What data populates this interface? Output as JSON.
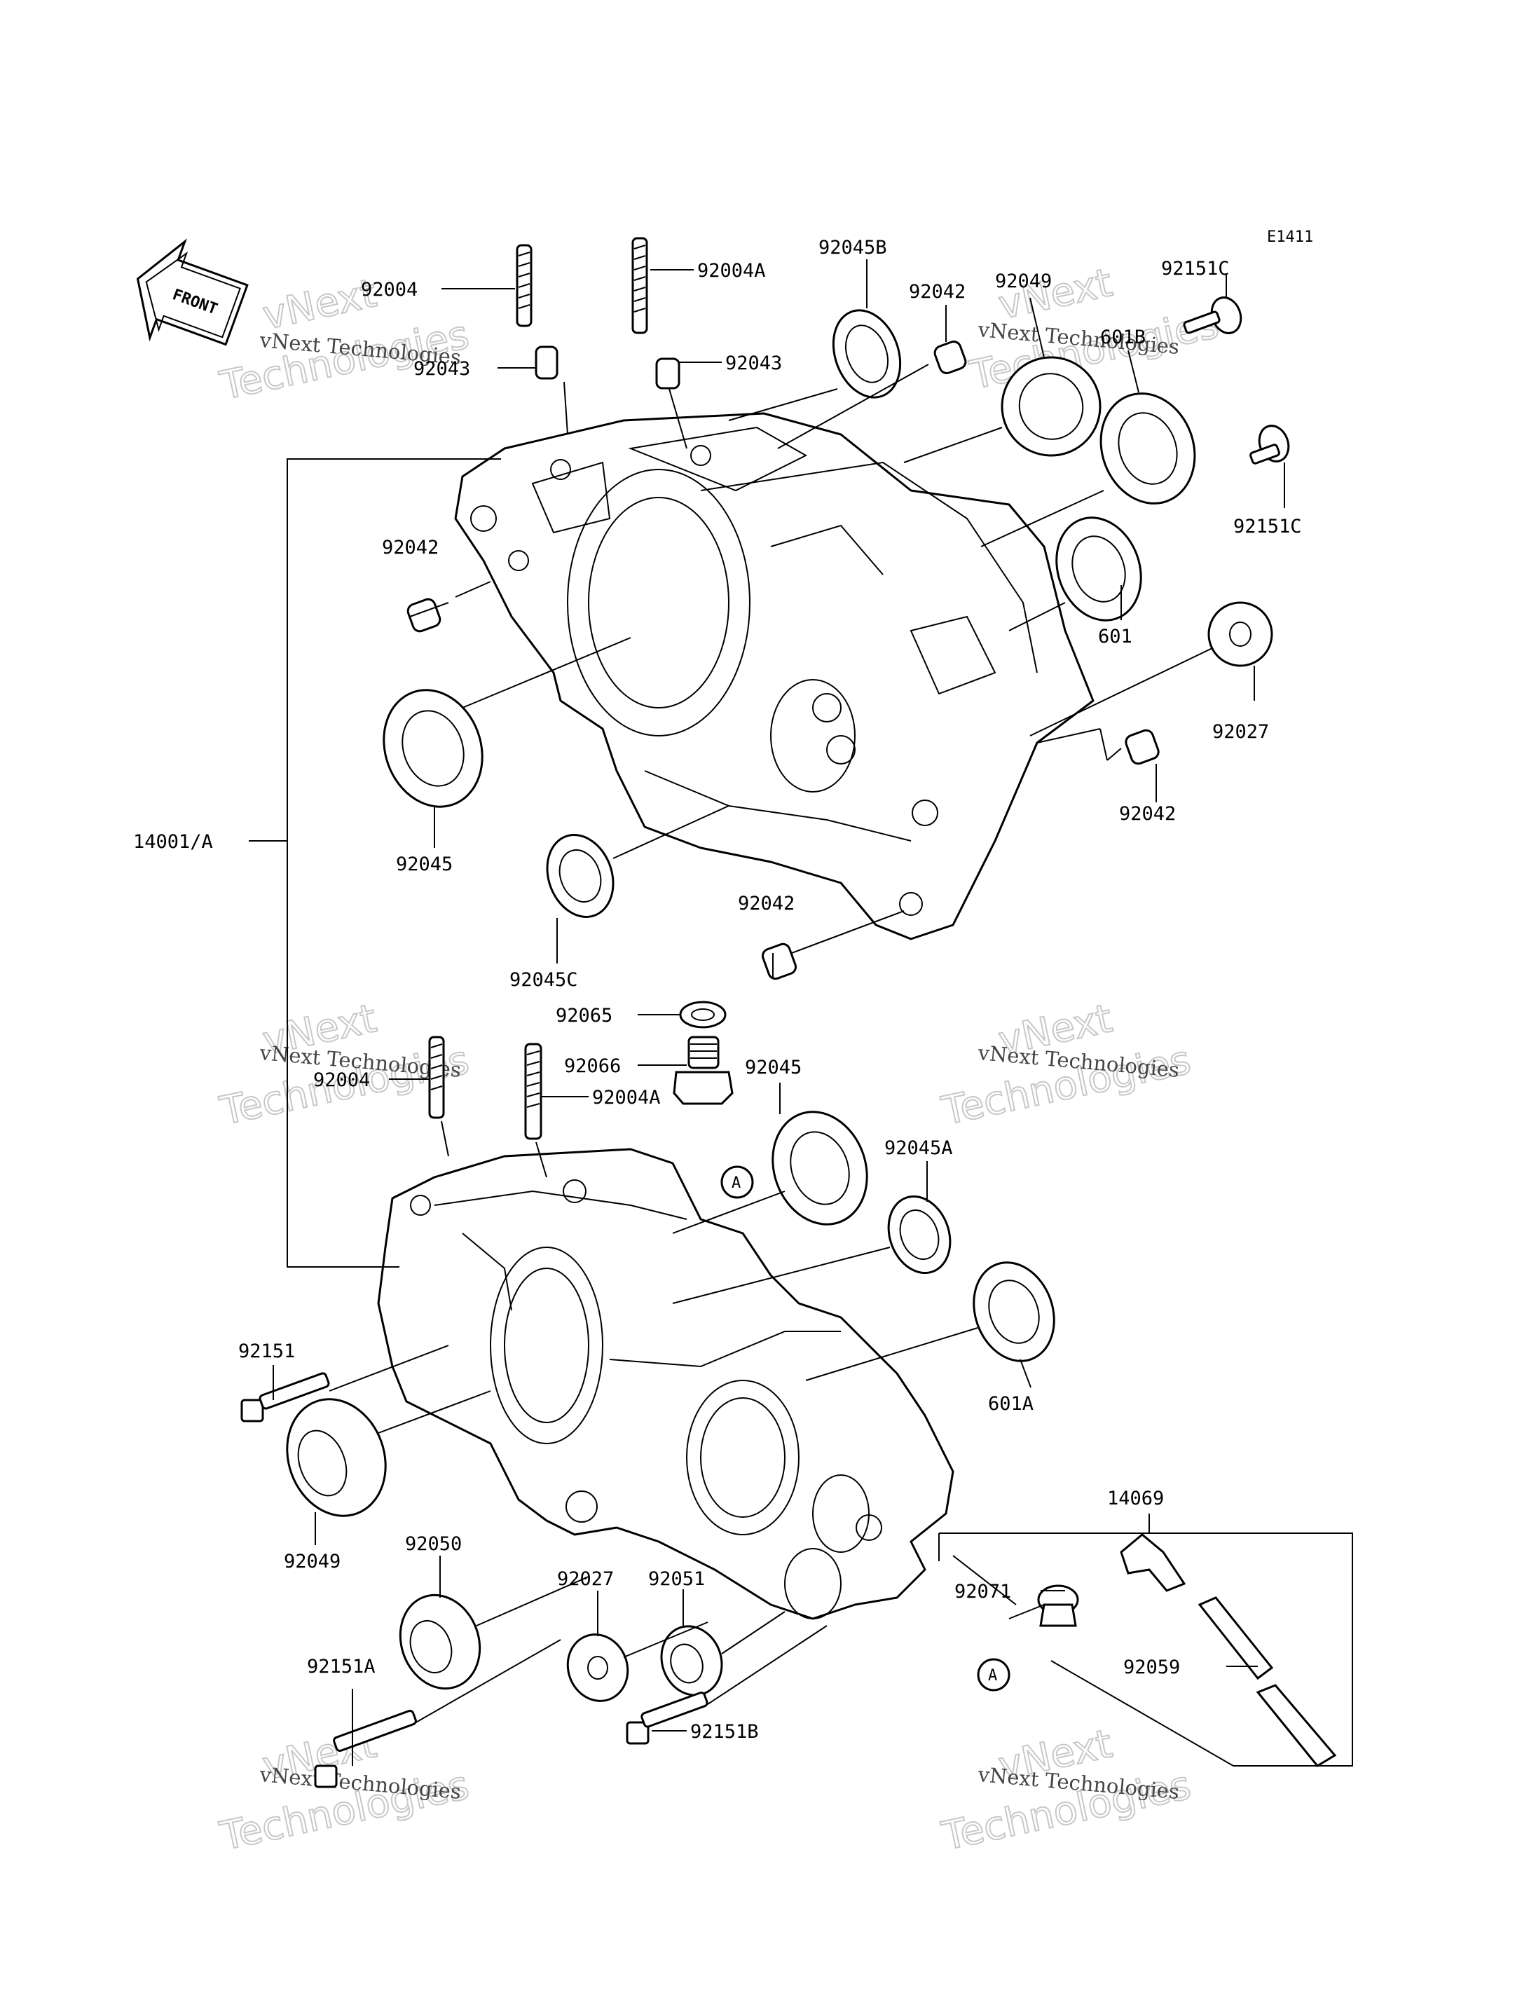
{
  "diagram_code": "E1411",
  "front_label": "FRONT",
  "watermark": {
    "line1": "vNext Technologies",
    "line2": "vNext",
    "line3": "Technologies"
  },
  "labels": {
    "p92004_top": "92004",
    "p92004A_top": "92004A",
    "p92045B": "92045B",
    "p92042_top": "92042",
    "p92049_top": "92049",
    "p92151C_top": "92151C",
    "p92043_left": "92043",
    "p92043_right": "92043",
    "p601B": "601B",
    "p92151C_mid": "92151C",
    "p92042_left": "92042",
    "p601": "601",
    "p92027_right": "92027",
    "p92042_right": "92042",
    "p14001A": "14001/A",
    "p92045_left": "92045",
    "p92042_mid": "92042",
    "p92045C": "92045C",
    "p92065": "92065",
    "p92066": "92066",
    "p92004_low": "92004",
    "p92004A_low": "92004A",
    "p92045_low": "92045",
    "p92045A": "92045A",
    "marker_A": "A",
    "p92151": "92151",
    "p601A": "601A",
    "p14069": "14069",
    "p92049_low": "92049",
    "p92050": "92050",
    "p92051": "92051",
    "p92027_low": "92027",
    "p92071": "92071",
    "p92059": "92059",
    "p92151A": "92151A",
    "p92151B": "92151B"
  }
}
